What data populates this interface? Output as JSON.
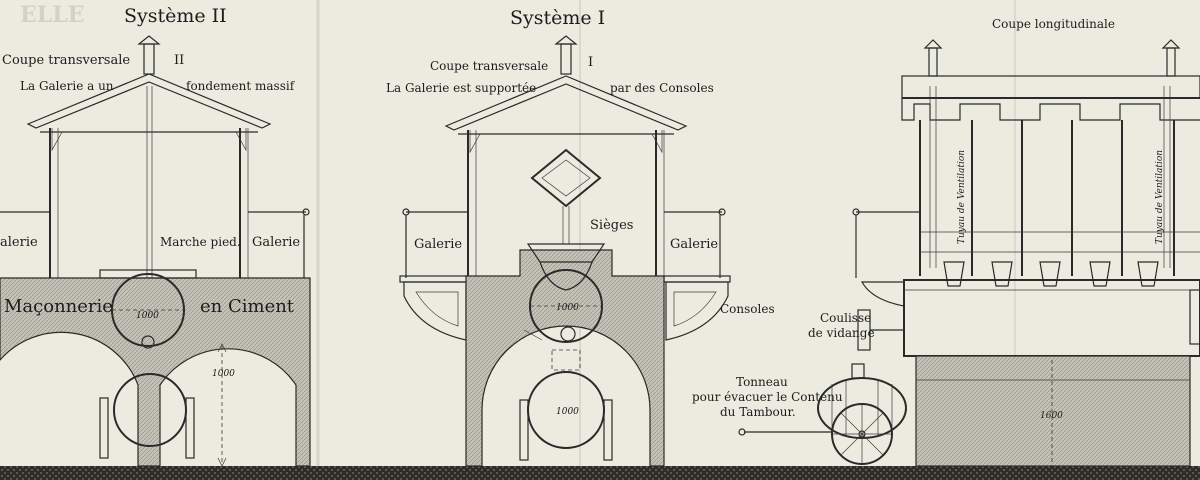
{
  "labels": {
    "faded_title": "ELLE",
    "sys2_title": "Système II",
    "sys2_coupe": "Coupe transversale",
    "sys2_roman": "II",
    "sys2_desc_left": "La Galerie a un",
    "sys2_desc_right": "fondement massif",
    "sys2_galerie_left": "alerie",
    "sys2_marche": "Marche pied.",
    "sys2_galerie_right": "Galerie",
    "sys2_maconnerie": "Maçonnerie",
    "sys2_ciment": "en Ciment",
    "sys2_dim_tank": "1000",
    "sys2_dim_height": "1000",
    "sys1_title": "Système I",
    "sys1_coupe": "Coupe transversale",
    "sys1_roman": "I",
    "sys1_desc_left": "La Galerie est supportée",
    "sys1_desc_right": "par des Consoles",
    "sys1_sieges": "Sièges",
    "sys1_galerie_left": "Galerie",
    "sys1_galerie_right": "Galerie",
    "sys1_consoles": "Consoles",
    "sys1_dim_tank": "1000",
    "sys1_dim_barrel": "1000",
    "long_title": "Coupe longitudinale",
    "long_vent_left": "Tuyau de Ventilation",
    "long_vent_right": "Tuyau de Ventilation",
    "long_coulisse_1": "Coulisse",
    "long_coulisse_2": "de vidange",
    "long_tonneau_1": "Tonneau",
    "long_tonneau_2": "pour évacuer le Contenu",
    "long_tonneau_3": "du Tambour.",
    "long_dim": "1600"
  },
  "colors": {
    "paper": "#ecebe0",
    "ink": "#1c1c1c",
    "masonry": "#bdbcb0",
    "ground": "#2e2c27"
  }
}
